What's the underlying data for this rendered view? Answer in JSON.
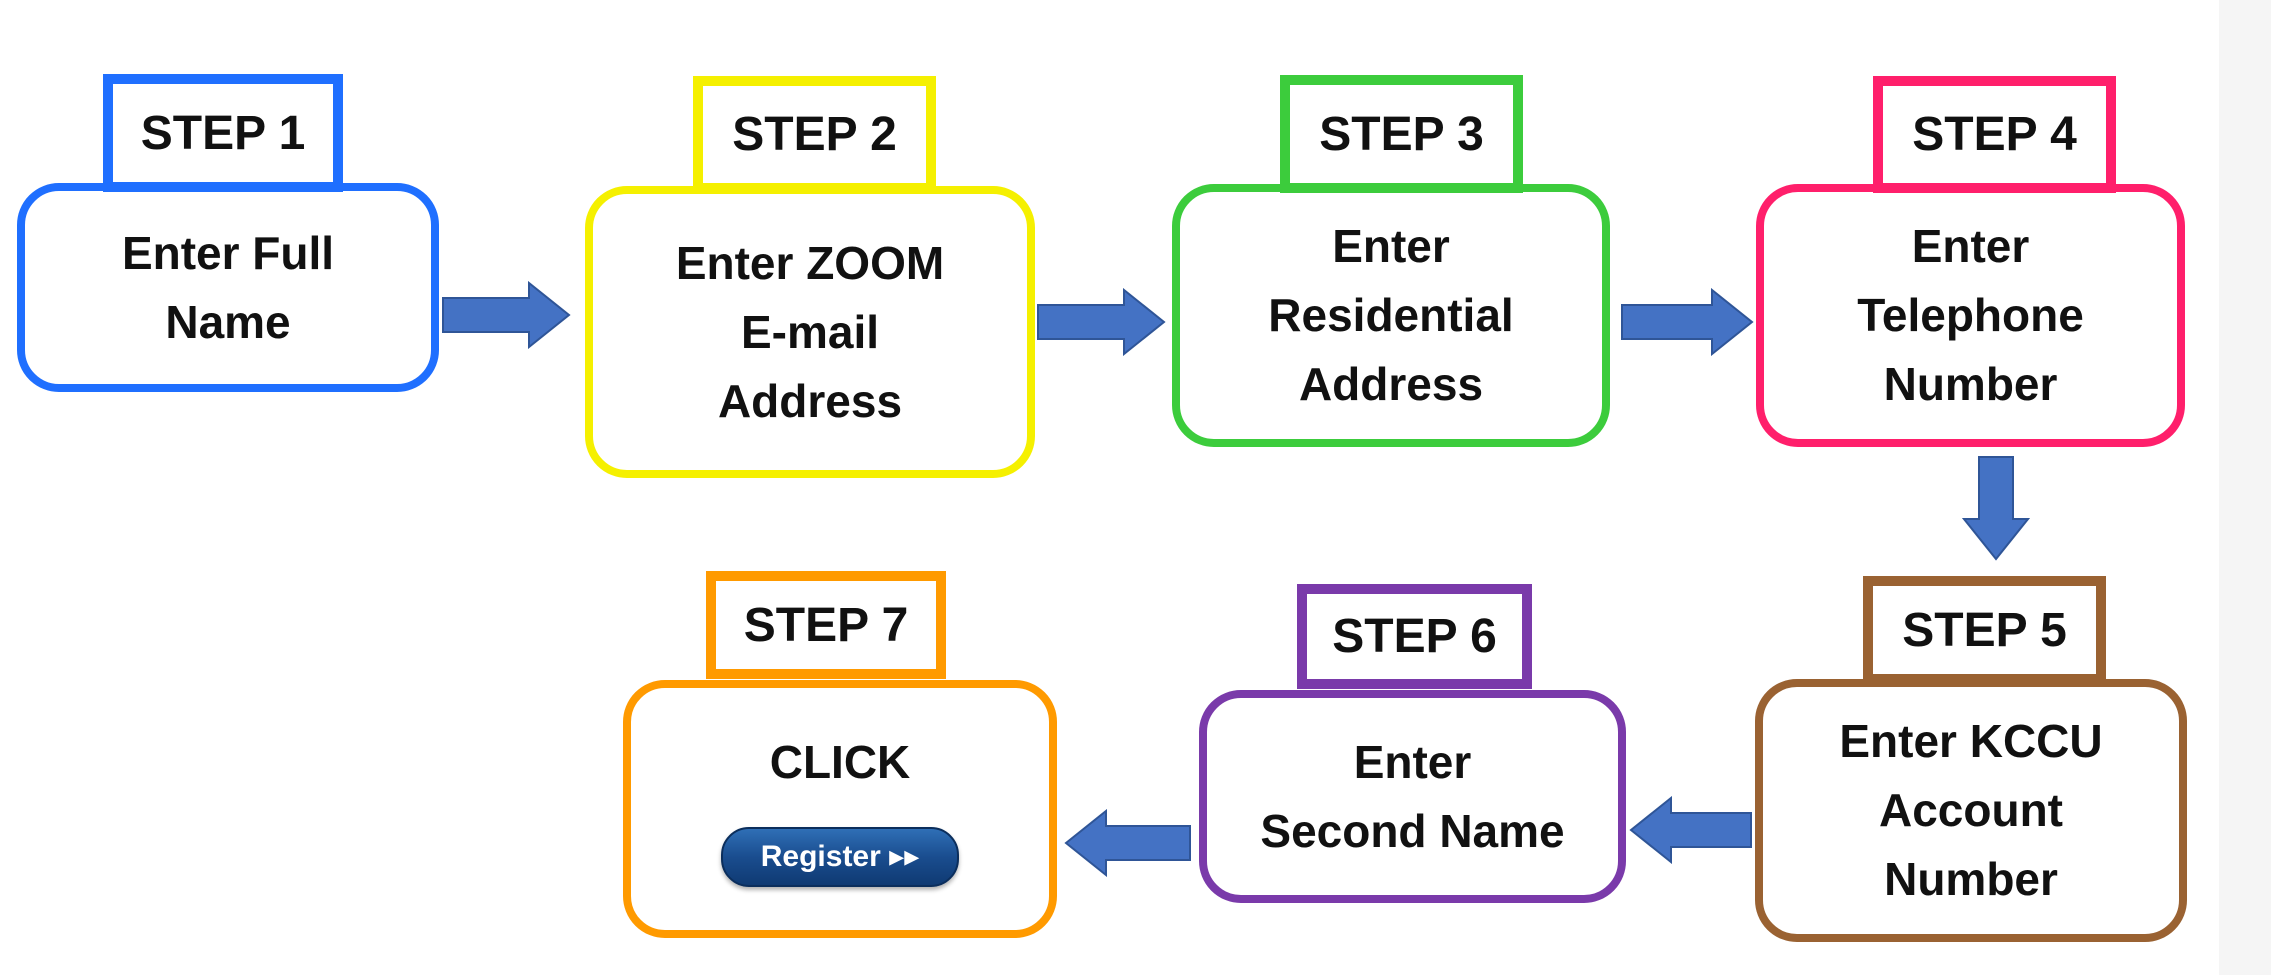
{
  "steps": [
    {
      "label": "STEP 1",
      "lines": [
        "Enter Full",
        "Name"
      ],
      "color": "#1f6fff"
    },
    {
      "label": "STEP 2",
      "lines": [
        "Enter ZOOM",
        "E-mail",
        "Address"
      ],
      "color": "#f5f000"
    },
    {
      "label": "STEP 3",
      "lines": [
        "Enter",
        "Residential",
        "Address"
      ],
      "color": "#3ccc3c"
    },
    {
      "label": "STEP 4",
      "lines": [
        "Enter",
        "Telephone",
        "Number"
      ],
      "color": "#ff1f6b"
    },
    {
      "label": "STEP 5",
      "lines": [
        "Enter KCCU",
        "Account",
        "Number"
      ],
      "color": "#9a6232"
    },
    {
      "label": "STEP 6",
      "lines": [
        "Enter",
        "Second Name"
      ],
      "color": "#7a3aaa"
    },
    {
      "label": "STEP 7",
      "lines": [
        "CLICK"
      ],
      "color": "#ff9a00"
    }
  ],
  "register_button": {
    "label": "Register ▸▸"
  },
  "arrow_color": "#4472c4",
  "background_color": "#ffffff"
}
